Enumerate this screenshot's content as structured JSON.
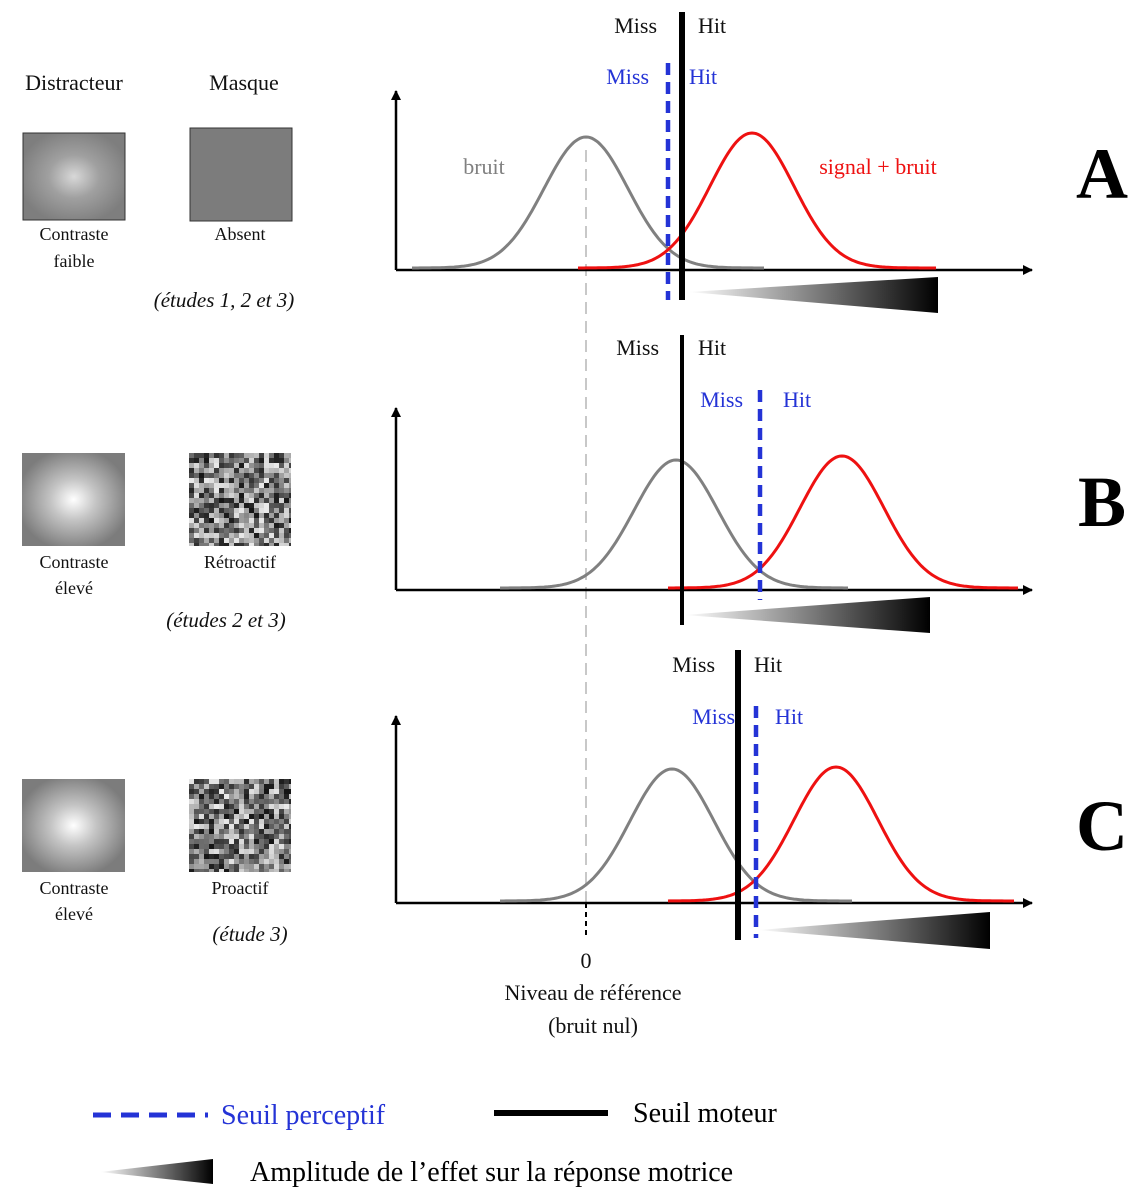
{
  "header": {
    "distracteur": "Distracteur",
    "masque": "Masque"
  },
  "panels": [
    {
      "letter": "A",
      "distractor_label": [
        "Contraste",
        "faible"
      ],
      "mask_label": "Absent",
      "mask_type": "uniform",
      "studies": "(études 1, 2 et 3)",
      "motor": {
        "miss": "Miss",
        "hit": "Hit"
      },
      "perceptual": {
        "miss": "Miss",
        "hit": "Hit"
      },
      "noise_label": "bruit",
      "signal_label": "signal + bruit"
    },
    {
      "letter": "B",
      "distractor_label": [
        "Contraste",
        "élevé"
      ],
      "mask_label": "Rétroactif",
      "mask_type": "noise",
      "studies": "(études 2 et 3)",
      "motor": {
        "miss": "Miss",
        "hit": "Hit"
      },
      "perceptual": {
        "miss": "Miss",
        "hit": "Hit"
      }
    },
    {
      "letter": "C",
      "distractor_label": [
        "Contraste",
        "élevé"
      ],
      "mask_label": "Proactif",
      "mask_type": "noise",
      "studies": "(étude 3)",
      "motor": {
        "miss": "Miss",
        "hit": "Hit"
      },
      "perceptual": {
        "miss": "Miss",
        "hit": "Hit"
      }
    }
  ],
  "axis": {
    "zero_label": "0",
    "reference_line1": "Niveau de référence",
    "reference_line2": "(bruit nul)"
  },
  "legend": {
    "perceptual": "Seuil perceptif",
    "motor": "Seuil moteur",
    "effect": "Amplitude de l’effet sur la réponse motrice"
  },
  "colors": {
    "noise_curve": "#808080",
    "signal_curve": "#ee1111",
    "perceptual_threshold": "#2433d6",
    "motor_threshold": "#000000"
  }
}
